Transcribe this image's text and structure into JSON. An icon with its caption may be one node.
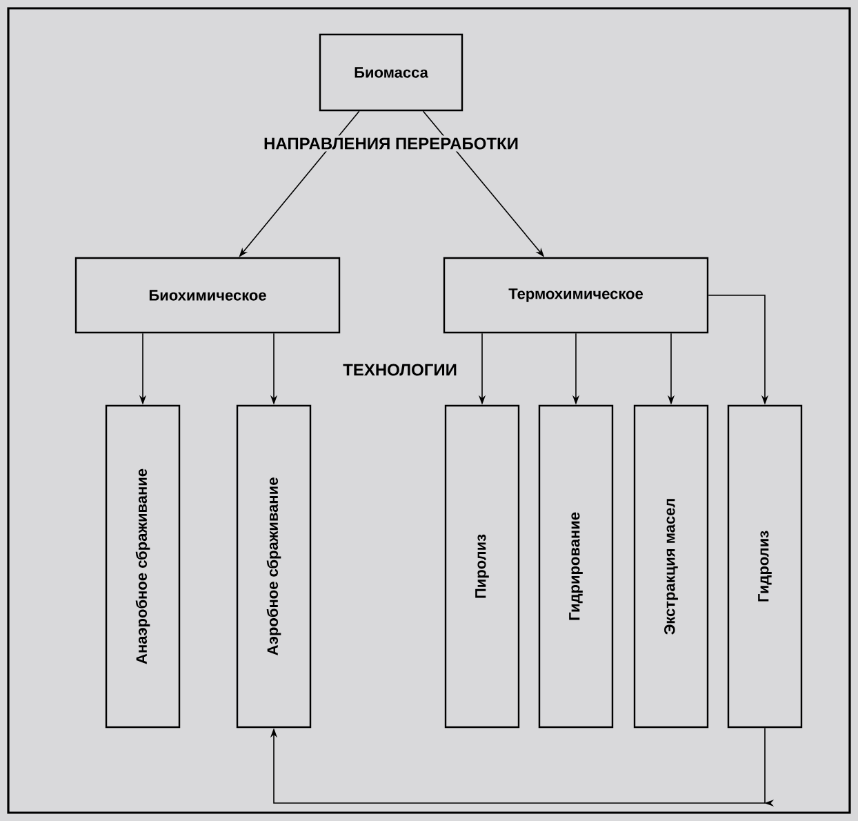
{
  "diagram": {
    "nodes": [
      {
        "text": [
          "Биомасса"
        ]
      },
      {
        "text": [
          "Биохимическое"
        ]
      },
      {
        "text": [
          "Термохимическое"
        ]
      },
      {
        "text": [
          "Анаэробное сбраживание"
        ]
      },
      {
        "text": [
          "Аэробное сбраживание"
        ]
      },
      {
        "text": [
          "Пиролиз"
        ]
      },
      {
        "text": [
          "Гидрирование"
        ]
      },
      {
        "text": [
          "Экстракция масел"
        ]
      },
      {
        "text": [
          "Гидролиз"
        ]
      }
    ],
    "edges": [
      {
        "from": 0,
        "to": 1,
        "arrow": "to"
      },
      {
        "from": 0,
        "to": 2,
        "arrow": "to"
      },
      {
        "from": 1,
        "to": 3,
        "arrow": "to"
      },
      {
        "from": 1,
        "to": 4,
        "arrow": "to"
      },
      {
        "from": 2,
        "to": 5,
        "arrow": "to"
      },
      {
        "from": 2,
        "to": 6,
        "arrow": "to"
      },
      {
        "from": 2,
        "to": 7,
        "arrow": "to"
      },
      {
        "from": 2,
        "to": 8,
        "arrow": "to"
      },
      {
        "from": 8,
        "to": 4,
        "arrow": "to"
      }
    ],
    "labels": [
      "НАПРАВЛЕНИЯ ПЕРЕРАБОТКИ",
      "ТЕХНОЛОГИИ"
    ]
  }
}
